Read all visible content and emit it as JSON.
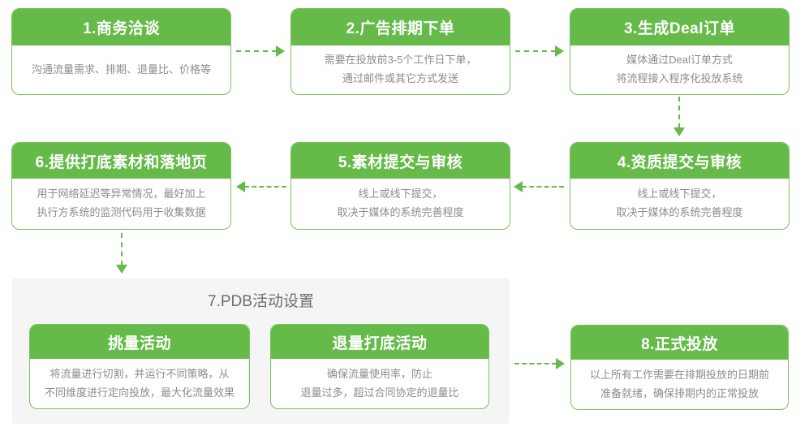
{
  "diagram": {
    "type": "flowchart",
    "language": "zh-CN",
    "subject": "PDB advertising launch workflow"
  },
  "colors": {
    "accent_green": "#65ba49",
    "box_border_green": "#74c45a",
    "header_text": "#ffffff",
    "body_text_gray": "#8c8c8c",
    "group_background": "#f5f5f5",
    "group_title_gray": "#6e6e6e",
    "page_background": "#ffffff"
  },
  "boxes": {
    "step1": {
      "title": "1.商务洽谈",
      "lines": [
        "沟通流量需求、排期、退量比、价格等"
      ]
    },
    "step2": {
      "title": "2.广告排期下单",
      "lines": [
        "需要在投放前3-5个工作日下单，",
        "通过邮件或其它方式发送"
      ]
    },
    "step3": {
      "title": "3.生成Deal订单",
      "lines": [
        "媒体通过Deal订单方式",
        "将流程接入程序化投放系统"
      ]
    },
    "step4": {
      "title": "4.资质提交与审核",
      "lines": [
        "线上或线下提交，",
        "取决于媒体的系统完善程度"
      ]
    },
    "step5": {
      "title": "5.素材提交与审核",
      "lines": [
        "线上或线下提交，",
        "取决于媒体的系统完善程度"
      ]
    },
    "step6": {
      "title": "6.提供打底素材和落地页",
      "lines": [
        "用于网络延迟等异常情况，最好加上",
        "执行方系统的监测代码用于收集数据"
      ]
    },
    "step7": {
      "title": "7.PDB活动设置",
      "sub1": {
        "title": "挑量活动",
        "lines": [
          "将流量进行切割，并运行不同策略，从",
          "不同维度进行定向投放，最大化流量效果"
        ]
      },
      "sub2": {
        "title": "退量打底活动",
        "lines": [
          "确保流量使用率，防止",
          "退量过多，超过合同协定的退量比"
        ]
      }
    },
    "step8": {
      "title": "8.正式投放",
      "lines": [
        "以上所有工作需要在排期投放的日期前",
        "准备就绪，确保排期内的正常投放"
      ]
    }
  },
  "flow_arrows": [
    {
      "from": "step1",
      "to": "step2",
      "direction": "right"
    },
    {
      "from": "step2",
      "to": "step3",
      "direction": "right"
    },
    {
      "from": "step3",
      "to": "step4",
      "direction": "down"
    },
    {
      "from": "step4",
      "to": "step5",
      "direction": "left"
    },
    {
      "from": "step5",
      "to": "step6",
      "direction": "left"
    },
    {
      "from": "step6",
      "to": "step7",
      "direction": "down"
    },
    {
      "from": "step7",
      "to": "step8",
      "direction": "right"
    }
  ]
}
